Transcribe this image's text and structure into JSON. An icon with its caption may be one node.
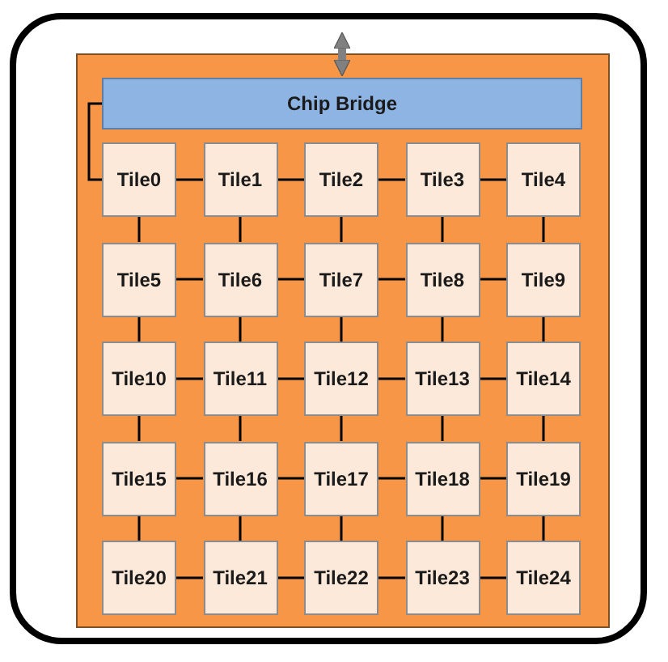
{
  "diagram": {
    "nodes": [
      {
        "text": [],
        "shape": "box"
      },
      {
        "text": [
          "Chip Bridge"
        ],
        "in": 0
      },
      {
        "text": [
          "Tile0"
        ],
        "in": 0
      },
      {
        "text": [
          "Tile1"
        ],
        "in": 0
      },
      {
        "text": [
          "Tile2"
        ],
        "in": 0
      },
      {
        "text": [
          "Tile3"
        ],
        "in": 0
      },
      {
        "text": [
          "Tile4"
        ],
        "in": 0
      },
      {
        "text": [
          "Tile5"
        ],
        "in": 0
      },
      {
        "text": [
          "Tile6"
        ],
        "in": 0
      },
      {
        "text": [
          "Tile7"
        ],
        "in": 0
      },
      {
        "text": [
          "Tile8"
        ],
        "in": 0
      },
      {
        "text": [
          "Tile9"
        ],
        "in": 0
      },
      {
        "text": [
          "Tile10"
        ],
        "in": 0
      },
      {
        "text": [
          "Tile11"
        ],
        "in": 0
      },
      {
        "text": [
          "Tile12"
        ],
        "in": 0
      },
      {
        "text": [
          "Tile13"
        ],
        "in": 0
      },
      {
        "text": [
          "Tile14"
        ],
        "in": 0
      },
      {
        "text": [
          "Tile15"
        ],
        "in": 0
      },
      {
        "text": [
          "Tile16"
        ],
        "in": 0
      },
      {
        "text": [
          "Tile17"
        ],
        "in": 0
      },
      {
        "text": [
          "Tile18"
        ],
        "in": 0
      },
      {
        "text": [
          "Tile19"
        ],
        "in": 0
      },
      {
        "text": [
          "Tile20"
        ],
        "in": 0
      },
      {
        "text": [
          "Tile21"
        ],
        "in": 0
      },
      {
        "text": [
          "Tile22"
        ],
        "in": 0
      },
      {
        "text": [
          "Tile23"
        ],
        "in": 0
      },
      {
        "text": [
          "Tile24"
        ],
        "in": 0
      }
    ],
    "edges": [
      {
        "from": null,
        "to": 1,
        "arrow": "both",
        "style": "thick",
        "color": "#808080"
      },
      {
        "from": 1,
        "to": 2,
        "arrow": "none"
      },
      {
        "from": 2,
        "to": 3,
        "arrow": "none"
      },
      {
        "from": 3,
        "to": 4,
        "arrow": "none"
      },
      {
        "from": 4,
        "to": 5,
        "arrow": "none"
      },
      {
        "from": 5,
        "to": 6,
        "arrow": "none"
      },
      {
        "from": 2,
        "to": 7,
        "arrow": "none"
      },
      {
        "from": 3,
        "to": 8,
        "arrow": "none"
      },
      {
        "from": 4,
        "to": 9,
        "arrow": "none"
      },
      {
        "from": 5,
        "to": 10,
        "arrow": "none"
      },
      {
        "from": 6,
        "to": 11,
        "arrow": "none"
      },
      {
        "from": 7,
        "to": 8,
        "arrow": "none"
      },
      {
        "from": 8,
        "to": 9,
        "arrow": "none"
      },
      {
        "from": 9,
        "to": 10,
        "arrow": "none"
      },
      {
        "from": 10,
        "to": 11,
        "arrow": "none"
      },
      {
        "from": 7,
        "to": 12,
        "arrow": "none"
      },
      {
        "from": 8,
        "to": 13,
        "arrow": "none"
      },
      {
        "from": 9,
        "to": 14,
        "arrow": "none"
      },
      {
        "from": 10,
        "to": 15,
        "arrow": "none"
      },
      {
        "from": 11,
        "to": 16,
        "arrow": "none"
      },
      {
        "from": 12,
        "to": 13,
        "arrow": "none"
      },
      {
        "from": 13,
        "to": 14,
        "arrow": "none"
      },
      {
        "from": 14,
        "to": 15,
        "arrow": "none"
      },
      {
        "from": 15,
        "to": 16,
        "arrow": "none"
      },
      {
        "from": 12,
        "to": 17,
        "arrow": "none"
      },
      {
        "from": 13,
        "to": 18,
        "arrow": "none"
      },
      {
        "from": 14,
        "to": 19,
        "arrow": "none"
      },
      {
        "from": 15,
        "to": 20,
        "arrow": "none"
      },
      {
        "from": 16,
        "to": 21,
        "arrow": "none"
      },
      {
        "from": 17,
        "to": 18,
        "arrow": "none"
      },
      {
        "from": 18,
        "to": 19,
        "arrow": "none"
      },
      {
        "from": 19,
        "to": 20,
        "arrow": "none"
      },
      {
        "from": 20,
        "to": 21,
        "arrow": "none"
      },
      {
        "from": 17,
        "to": 22,
        "arrow": "none"
      },
      {
        "from": 18,
        "to": 23,
        "arrow": "none"
      },
      {
        "from": 19,
        "to": 24,
        "arrow": "none"
      },
      {
        "from": 20,
        "to": 25,
        "arrow": "none"
      },
      {
        "from": 21,
        "to": 26,
        "arrow": "none"
      },
      {
        "from": 22,
        "to": 23,
        "arrow": "none"
      },
      {
        "from": 23,
        "to": 24,
        "arrow": "none"
      },
      {
        "from": 24,
        "to": 25,
        "arrow": "none"
      },
      {
        "from": 25,
        "to": 26,
        "arrow": "none"
      }
    ]
  }
}
